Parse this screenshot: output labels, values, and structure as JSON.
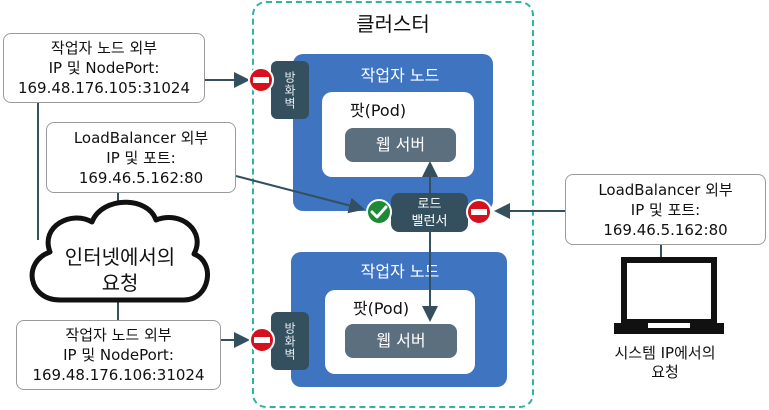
{
  "cluster": {
    "title": "클러스터"
  },
  "nodes": [
    {
      "title": "작업자 노드",
      "pod_title": "팟(Pod)",
      "web_label": "웹 서버",
      "firewall_label": "방화벽"
    },
    {
      "title": "작업자 노드",
      "pod_title": "팟(Pod)",
      "web_label": "웹 서버",
      "firewall_label": "방화벽"
    }
  ],
  "load_balancer": {
    "line1": "로드",
    "line2": "밸런서"
  },
  "boxes": {
    "nodeport_top": {
      "line1": "작업자 노드 외부",
      "line2": "IP 및 NodePort:",
      "line3": "169.48.176.105:31024"
    },
    "lb_left": {
      "line1": "LoadBalancer 외부",
      "line2": "IP 및 포트:",
      "line3": "169.46.5.162:80"
    },
    "lb_right": {
      "line1": "LoadBalancer 외부",
      "line2": "IP 및 포트:",
      "line3": "169.46.5.162:80"
    },
    "nodeport_bottom": {
      "line1": "작업자 노드 외부",
      "line2": "IP 및 NodePort:",
      "line3": "169.48.176.106:31024"
    }
  },
  "internet": {
    "line1": "인터넷에서의",
    "line2": "요청"
  },
  "system": {
    "line1": "시스템 IP에서의",
    "line2": "요청"
  },
  "colors": {
    "node": "#3f74c0",
    "firewall": "#34505f",
    "web": "#5b6f7f",
    "cluster_border": "#2bb5a5",
    "block": "#d7101e",
    "allow": "#1e8a36",
    "arrow": "#34505f"
  },
  "icons": [
    "block-icon",
    "check-icon",
    "laptop-icon",
    "cloud-icon"
  ]
}
